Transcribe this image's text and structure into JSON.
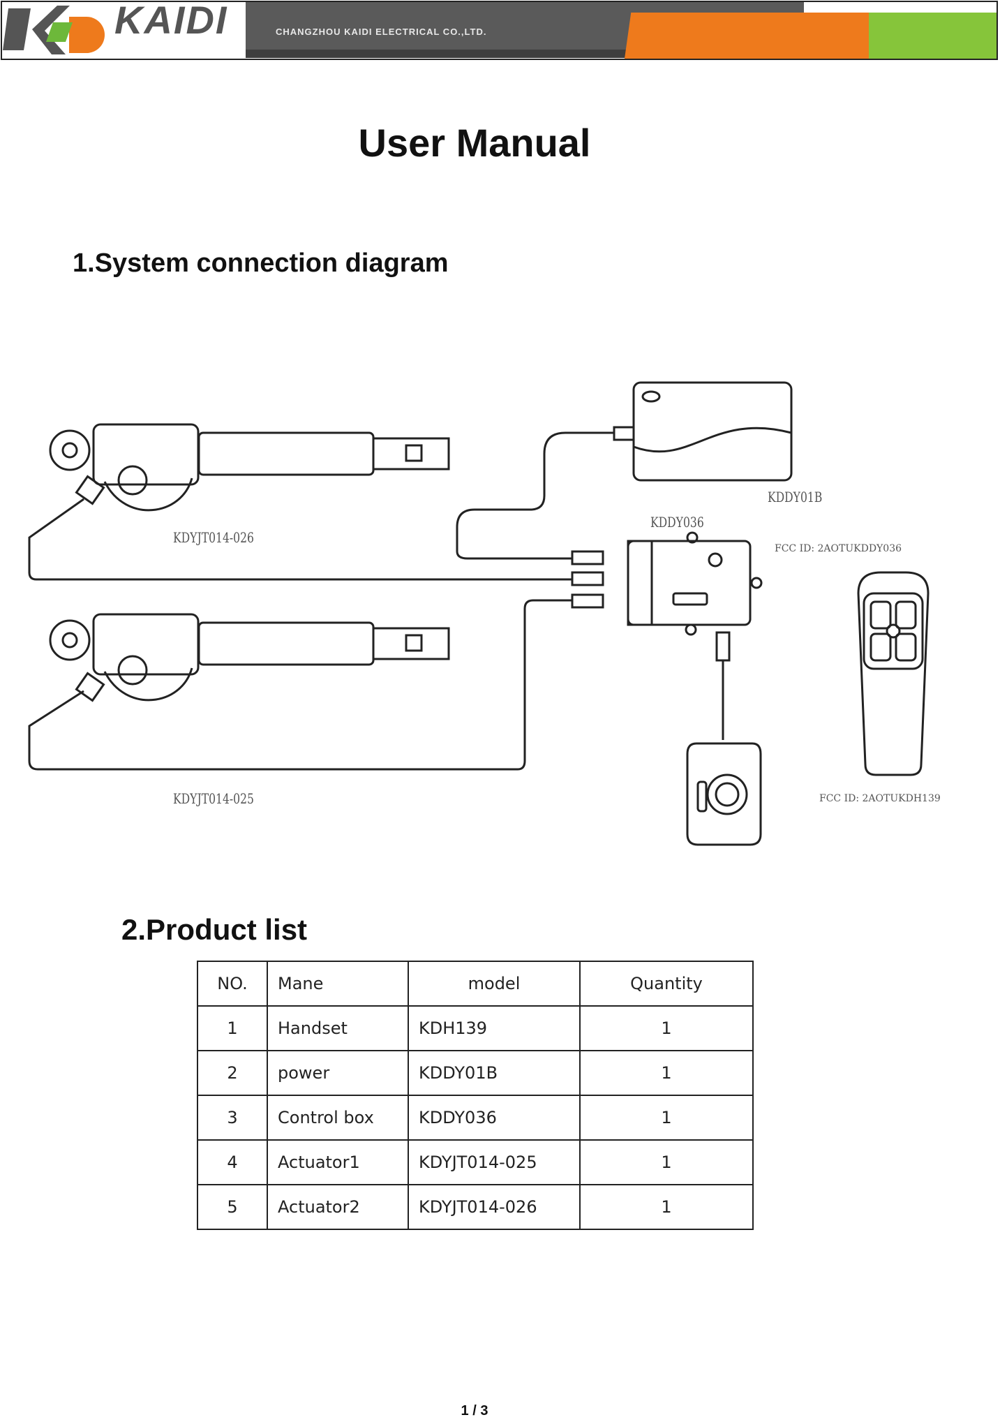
{
  "header": {
    "brand": "KAIDI",
    "company": "CHANGZHOU KAIDI ELECTRICAL CO.,LTD.",
    "colors": {
      "dark": "#5a5a5a",
      "orange": "#ee7a1c",
      "green": "#86c53a",
      "logo_orange": "#ee7a1c"
    }
  },
  "title": "User Manual",
  "section1": {
    "heading": "1.System connection diagram",
    "labels": {
      "actuator_top": "KDYJT014-026",
      "actuator_bottom": "KDYJT014-025",
      "power": "KDDY01B",
      "control_box": "KDDY036",
      "fcc_control": "FCC ID: 2AOTUKDDY036",
      "fcc_handset": "FCC ID: 2AOTUKDH139"
    }
  },
  "section2": {
    "heading": "2.Product list",
    "columns": [
      "NO.",
      "Mane",
      "model",
      "Quantity"
    ],
    "rows": [
      {
        "no": "1",
        "name": "Handset",
        "model": "KDH139",
        "qty": "1"
      },
      {
        "no": "2",
        "name": "power",
        "model": "KDDY01B",
        "qty": "1"
      },
      {
        "no": "3",
        "name": "Control box",
        "model": "KDDY036",
        "qty": "1"
      },
      {
        "no": "4",
        "name": "Actuator1",
        "model": "KDYJT014-025",
        "qty": "1"
      },
      {
        "no": "5",
        "name": "Actuator2",
        "model": "KDYJT014-026",
        "qty": "1"
      }
    ]
  },
  "footer": {
    "page": "1 / 3"
  }
}
